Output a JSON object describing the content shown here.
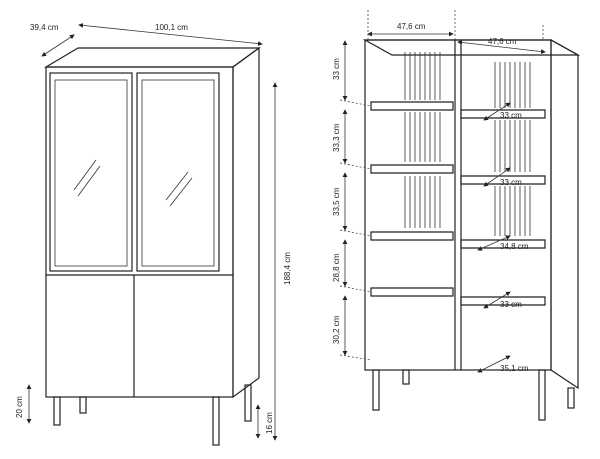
{
  "left_view": {
    "depth_label": "39,4 cm",
    "width_label": "100,1 cm",
    "height_label": "188,4 cm",
    "leg_label": "20 cm",
    "base_label": "16 cm"
  },
  "right_view": {
    "col_left_label": "47,6 cm",
    "col_right_label": "47,6 cm",
    "left_heights": [
      "33 cm",
      "33,3 cm",
      "33,5 cm",
      "28,8 cm",
      "30,2 cm"
    ],
    "right_depths": [
      "33 cm",
      "33 cm",
      "34,8 cm",
      "33 cm",
      "35,1 cm"
    ]
  }
}
